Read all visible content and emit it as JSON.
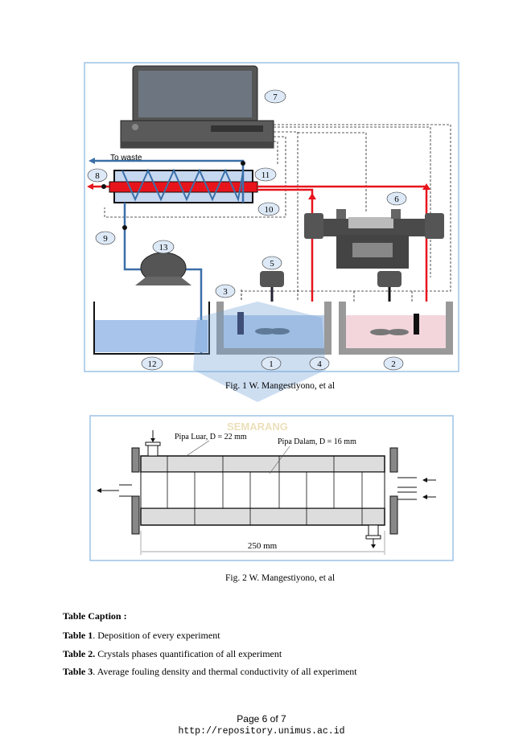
{
  "figure1": {
    "caption": "Fig. 1 W. Mangestiyono, et al",
    "to_waste": "To waste",
    "labels": [
      "1",
      "2",
      "3",
      "4",
      "5",
      "6",
      "7",
      "8",
      "9",
      "10",
      "11",
      "12",
      "13"
    ],
    "colors": {
      "hot": "#e8141c",
      "cold": "#3b6fa8",
      "border": "#9dc3e6"
    }
  },
  "figure2": {
    "caption": "Fig. 2 W. Mangestiyono, et al",
    "outer_pipe": "Pipa Luar, D = 22 mm",
    "inner_pipe": "Pipa Dalam, D = 16 mm",
    "length": "250 mm"
  },
  "watermark": {
    "text": "UNIVERSITAS MUHAMMADIYAH SEMARANG",
    "visible_word": "SEMARANG"
  },
  "table_caption": {
    "heading": "Table Caption :",
    "items": [
      {
        "label": "Table 1",
        "text": ". Deposition of every experiment"
      },
      {
        "label": "Table 2.",
        "text": " Crystals phases quantification of all experiment"
      },
      {
        "label": "Table 3",
        "text": ". Average fouling density and thermal conductivity of all experiment"
      }
    ]
  },
  "footer": {
    "page": "Page 6 of 7",
    "url": "http://repository.unimus.ac.id"
  }
}
